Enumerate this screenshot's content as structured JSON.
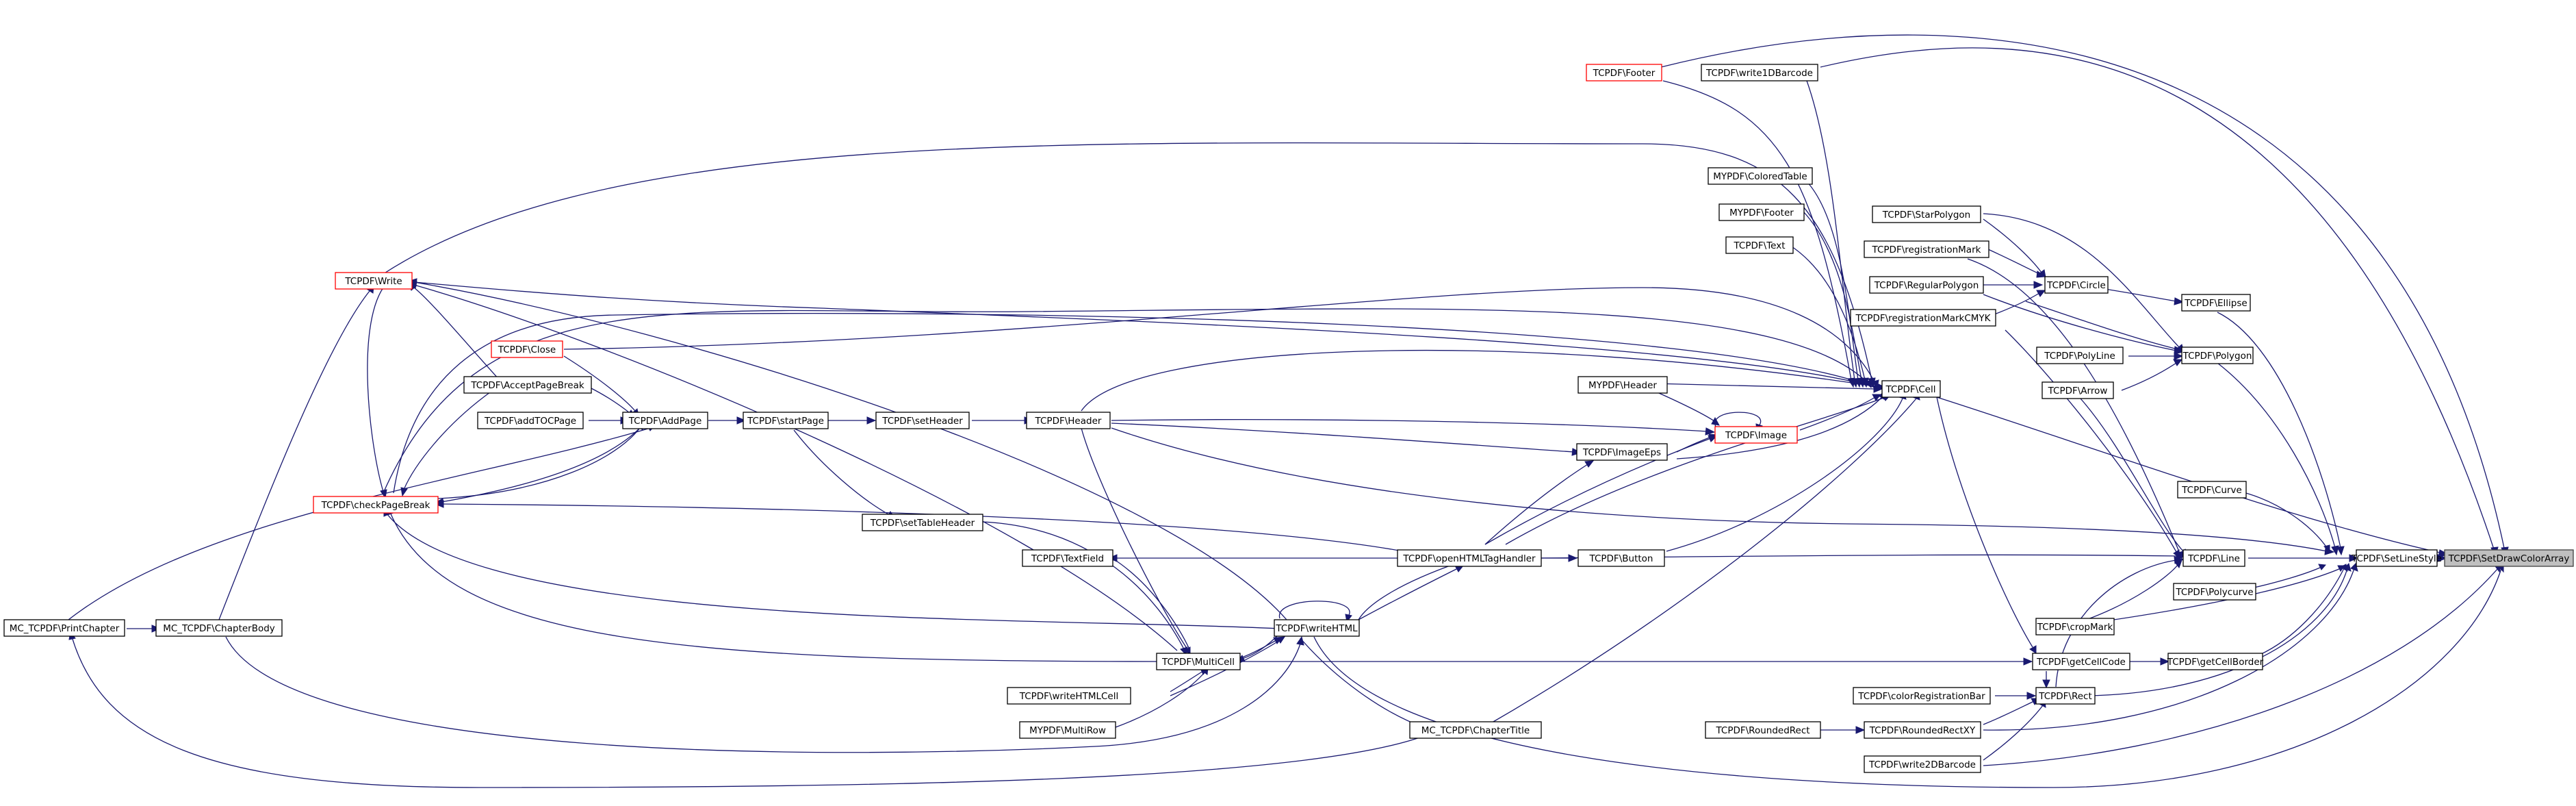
{
  "nodes": {
    "root": "TCPDF\\SetDrawColorArray",
    "setlinestyle": "TCPDF\\SetLineStyle",
    "cell": "TCPDF\\Cell",
    "footer": "TCPDF\\Footer",
    "write1d": "TCPDF\\write1DBarcode",
    "write2d": "TCPDF\\write2DBarcode",
    "writehtml": "TCPDF\\writeHTML",
    "curve": "TCPDF\\Curve",
    "polycurve": "TCPDF\\Polycurve",
    "line": "TCPDF\\Line",
    "ellipse": "TCPDF\\Ellipse",
    "polygon": "TCPDF\\Polygon",
    "cropmark": "TCPDF\\cropMark",
    "getcellborder": "TCPDF\\getCellBorder",
    "rect": "TCPDF\\Rect",
    "roundedrectxy": "TCPDF\\RoundedRectXY",
    "roundedrect": "TCPDF\\RoundedRect",
    "colorregbar": "TCPDF\\colorRegistrationBar",
    "getcellcode": "TCPDF\\getCellCode",
    "circle": "TCPDF\\Circle",
    "polyline": "TCPDF\\PolyLine",
    "arrow": "TCPDF\\Arrow",
    "starpolygon": "TCPDF\\StarPolygon",
    "regmark": "TCPDF\\registrationMark",
    "regpolygon": "TCPDF\\RegularPolygon",
    "regmarkcmyk": "TCPDF\\registrationMarkCMYK",
    "mycoloredtable": "MYPDF\\ColoredTable",
    "myfooter": "MYPDF\\Footer",
    "text": "TCPDF\\Text",
    "myheader": "MYPDF\\Header",
    "image": "TCPDF\\Image",
    "imageeps": "TCPDF\\ImageEps",
    "openhtmltag": "TCPDF\\openHTMLTagHandler",
    "button": "TCPDF\\Button",
    "chaptertitle": "MC_TCPDF\\ChapterTitle",
    "multicell": "TCPDF\\MultiCell",
    "textfield": "TCPDF\\TextField",
    "writehtmlcell": "TCPDF\\writeHTMLCell",
    "mymultirow": "MYPDF\\MultiRow",
    "header": "TCPDF\\Header",
    "setheader": "TCPDF\\setHeader",
    "settableheader": "TCPDF\\setTableHeader",
    "startpage": "TCPDF\\startPage",
    "addpage": "TCPDF\\AddPage",
    "addtocpage": "TCPDF\\addTOCPage",
    "acceptpagebreak": "TCPDF\\AcceptPageBreak",
    "close": "TCPDF\\Close",
    "checkpagebreak": "TCPDF\\checkPageBreak",
    "write": "TCPDF\\Write",
    "chapterbody": "MC_TCPDF\\ChapterBody",
    "printchapter": "MC_TCPDF\\PrintChapter"
  },
  "colors": {
    "edge": "#191970",
    "node_border": "#000000",
    "node_border_truncated": "#ff0000",
    "root_fill": "#bfbfbf"
  }
}
